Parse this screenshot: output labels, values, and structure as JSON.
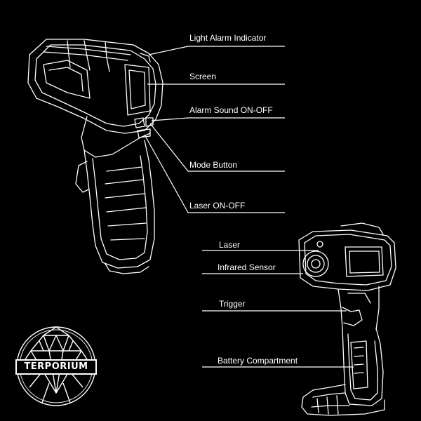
{
  "callouts_upper": [
    {
      "label": "Light Alarm Indicator"
    },
    {
      "label": "Screen"
    },
    {
      "label": "Alarm Sound ON-OFF"
    },
    {
      "label": "Mode Button"
    },
    {
      "label": "Laser ON-OFF"
    }
  ],
  "callouts_lower": [
    {
      "label": "Laser"
    },
    {
      "label": "Infrared Sensor"
    },
    {
      "label": "Trigger"
    },
    {
      "label": "Battery Compartment"
    }
  ],
  "brand": {
    "logo_text": "TERPORIUM",
    "logo_icon": "diamond-gem-icon"
  },
  "colors": {
    "background": "#000000",
    "line_art": "#ffffff"
  }
}
